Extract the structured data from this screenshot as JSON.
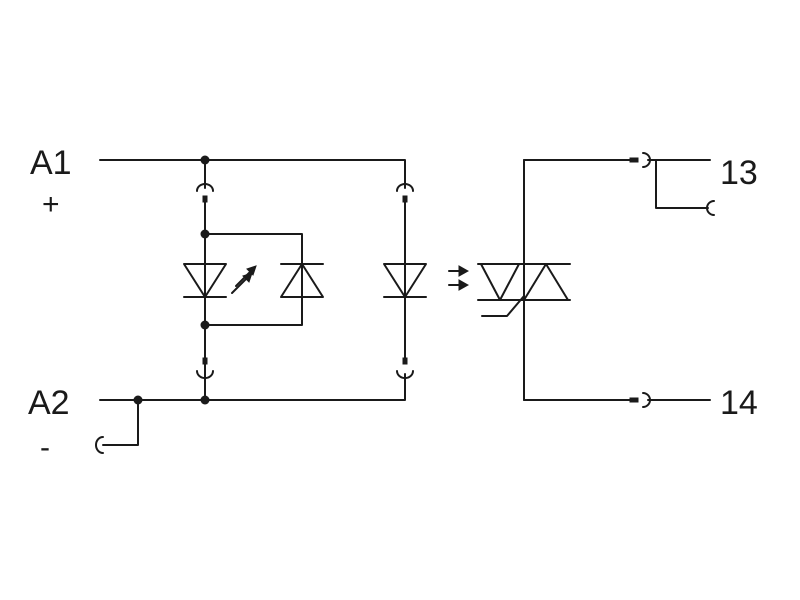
{
  "terminals": {
    "a1": "A1",
    "a1_sign": "+",
    "a2": "A2",
    "a2_sign": "-",
    "out_13": "13",
    "out_14": "14"
  },
  "colors": {
    "line": "#1a1a1a",
    "background": "#ffffff"
  }
}
